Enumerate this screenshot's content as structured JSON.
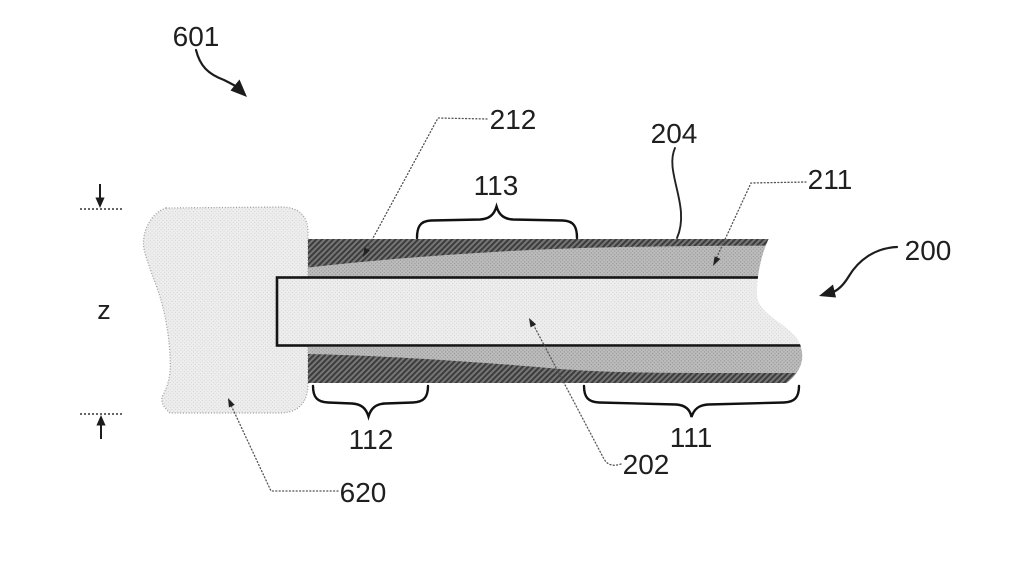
{
  "figure": {
    "type": "patent-cross-section-diagram",
    "reference_labels": {
      "fig_pointer": "601",
      "device": "200",
      "top_layer_left": "212",
      "top_coating": "204",
      "top_taper": "211",
      "transition_zone": "113",
      "bottom_left_zone": "112",
      "bottom_right_zone": "111",
      "core": "202",
      "end_block": "620",
      "thickness_dim": "z"
    },
    "colors": {
      "dark_layer": "#555555",
      "mid_layer": "#b5b5b5",
      "light_fill": "#ebebeb",
      "line": "#1a1a1a",
      "background": "#ffffff"
    }
  }
}
